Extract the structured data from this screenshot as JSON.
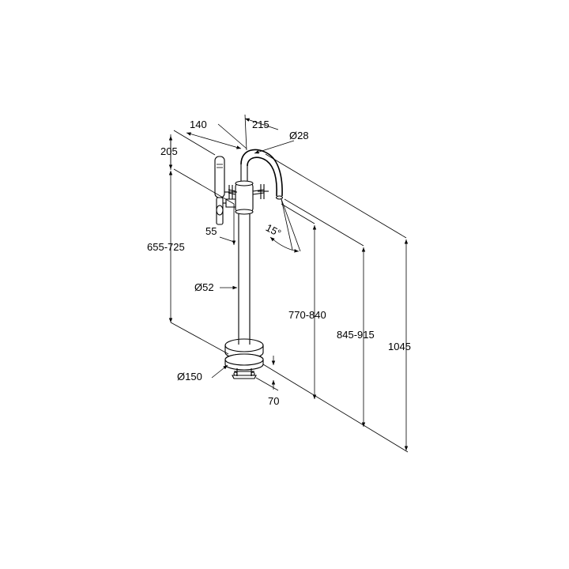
{
  "dimensions": {
    "d140": "140",
    "d215": "215",
    "d28": "Ø28",
    "d205": "205",
    "d655_725": "655-725",
    "d55": "55",
    "d15deg": "15°",
    "d52": "Ø52",
    "d770_840": "770-840",
    "d845_915": "845-915",
    "d1045": "1045",
    "d150": "Ø150",
    "d70": "70"
  }
}
